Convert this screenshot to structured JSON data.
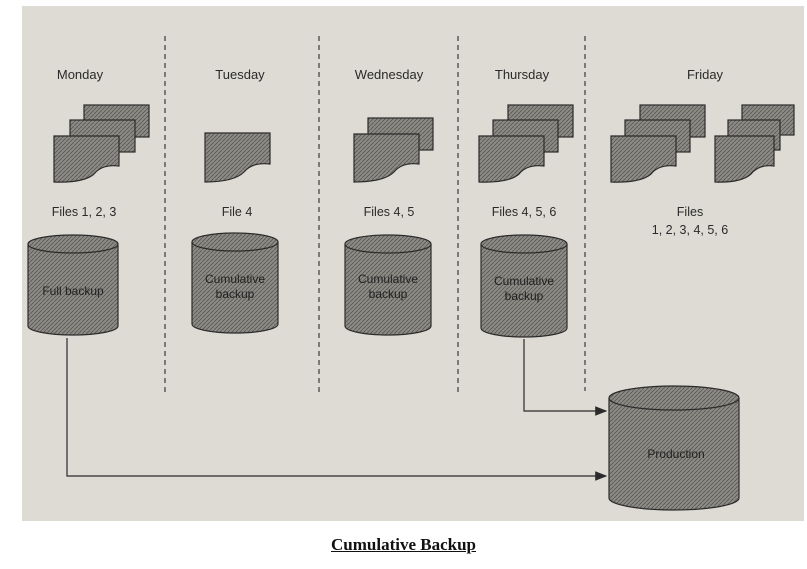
{
  "days": {
    "monday": "Monday",
    "tuesday": "Tuesday",
    "wednesday": "Wednesday",
    "thursday": "Thursday",
    "friday": "Friday"
  },
  "files": {
    "monday": "Files 1, 2, 3",
    "tuesday": "File 4",
    "wednesday": "Files 4, 5",
    "thursday": "Files 4, 5, 6",
    "friday_line1": "Files",
    "friday_line2": "1, 2, 3, 4, 5, 6"
  },
  "backups": {
    "full": "Full backup",
    "cumulative_line1": "Cumulative",
    "cumulative_line2": "backup",
    "production": "Production"
  },
  "caption": "Cumulative Backup",
  "colors": {
    "background": "#dedbd4",
    "shape_fill": "#8c8a86",
    "outline": "#2b2b2b"
  }
}
